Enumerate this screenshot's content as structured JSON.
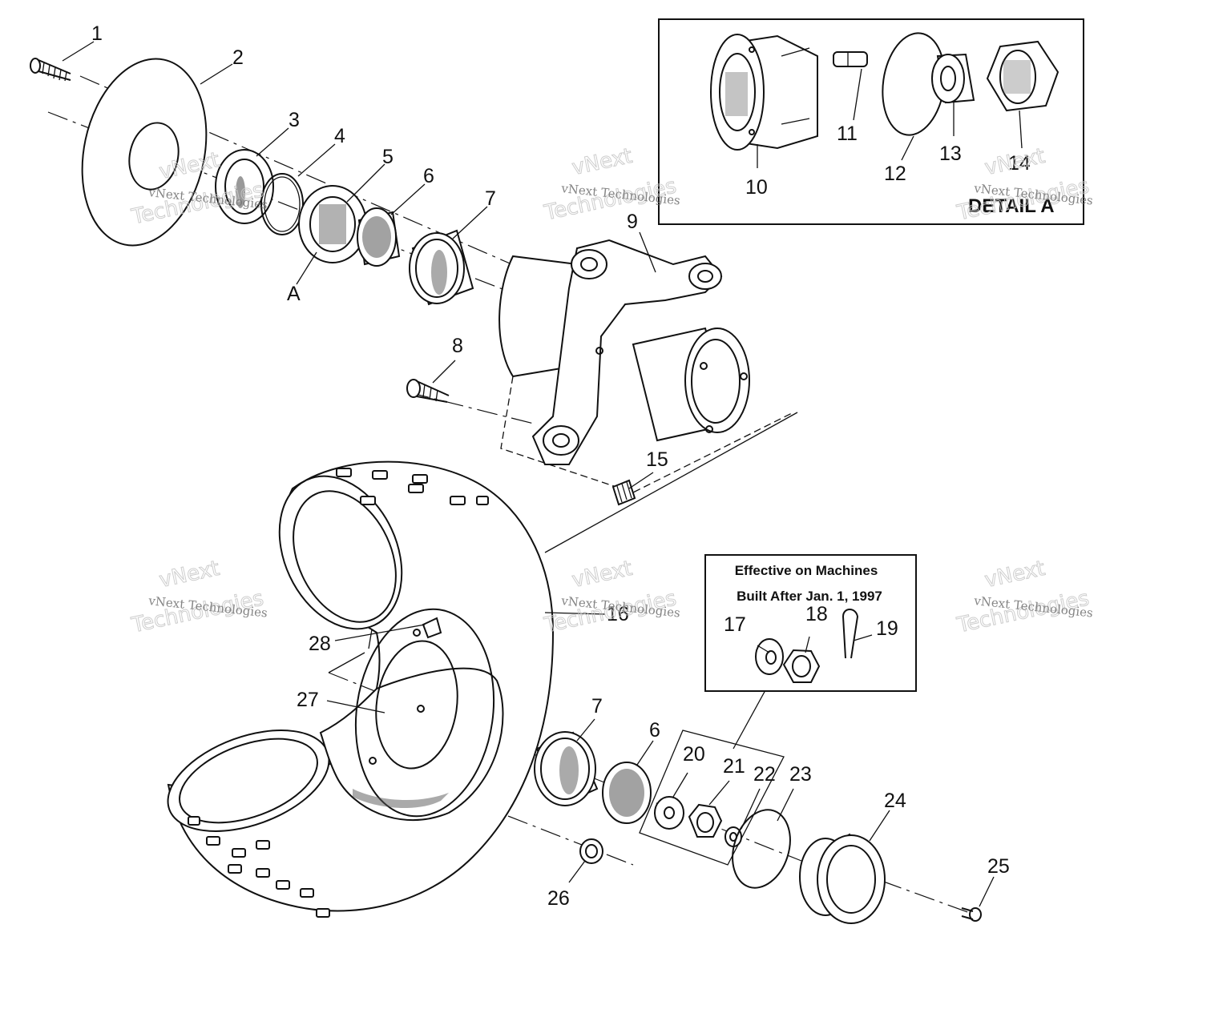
{
  "callouts": {
    "c1": "1",
    "c2": "2",
    "c3": "3",
    "c4": "4",
    "c5": "5",
    "c6": "6",
    "c7": "7",
    "c8": "8",
    "c9": "9",
    "c10": "10",
    "c11": "11",
    "c12": "12",
    "c13": "13",
    "c14": "14",
    "c15": "15",
    "c16": "16",
    "c17": "17",
    "c18": "18",
    "c19": "19",
    "c20": "20",
    "c21": "21",
    "c22": "22",
    "c23": "23",
    "c24": "24",
    "c25": "25",
    "c26": "26",
    "c27": "27",
    "c28": "28",
    "c6b": "6",
    "c7b": "7",
    "cA": "A"
  },
  "detail_box": {
    "title": "DETAIL A"
  },
  "note_box": {
    "line1": "Effective on Machines",
    "line2": "Built After Jan. 1, 1997"
  },
  "watermark": {
    "line1": "vNext Technologies",
    "line2": "vNext",
    "line3": "Technologies"
  }
}
